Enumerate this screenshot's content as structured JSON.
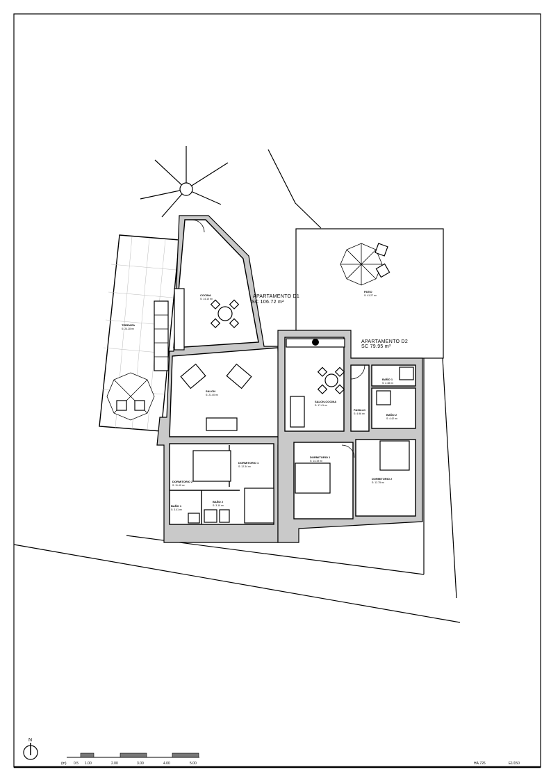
{
  "plan": {
    "apartment_d1": {
      "name": "APARTAMENTO D1",
      "area": "SC 106.72 m²"
    },
    "apartment_d2": {
      "name": "APARTAMENTO D2",
      "area": "SC 79.95 m²"
    },
    "rooms": [
      {
        "name": "COCINA",
        "area": "S: 14.10 m²"
      },
      {
        "name": "SALON",
        "area": "S: 21.40 m²"
      },
      {
        "name": "TERRAZA",
        "area": "S: 24.28 m²"
      },
      {
        "name": "DORMITORIO 1",
        "area": "S: 12.34 m²"
      },
      {
        "name": "DORMITORIO 2",
        "area": "S: 11.40 m²"
      },
      {
        "name": "BAÑO 1",
        "area": "S: 3.41 m²"
      },
      {
        "name": "BAÑO 2",
        "area": "S: 3.10 m²"
      },
      {
        "name": "PATIO",
        "area": "S: 41.27 m²"
      },
      {
        "name": "SALON-COCINA",
        "area": "S: 17.41 m²"
      },
      {
        "name": "PASILLO",
        "area": "S: 4.96 m²"
      },
      {
        "name": "BAÑO 1",
        "area": "S: 2.48 m²"
      },
      {
        "name": "BAÑO 2",
        "area": "S: 4.42 m²"
      },
      {
        "name": "DORMITORIO 1",
        "area": "S: 14.19 m²"
      },
      {
        "name": "DORMITORIO 2",
        "area": "S: 12.75 m²"
      }
    ]
  },
  "north_arrow": {
    "label": "N"
  },
  "scale_bar": {
    "unit": "(m)",
    "ticks": [
      "0.5",
      "1.00",
      "2.00",
      "3.00",
      "4.00",
      "5.00"
    ]
  },
  "title_block": {
    "sheet": "HA.726",
    "scale": "E1/150"
  },
  "colors": {
    "wall": "#c9c9c9",
    "line": "#000000"
  }
}
